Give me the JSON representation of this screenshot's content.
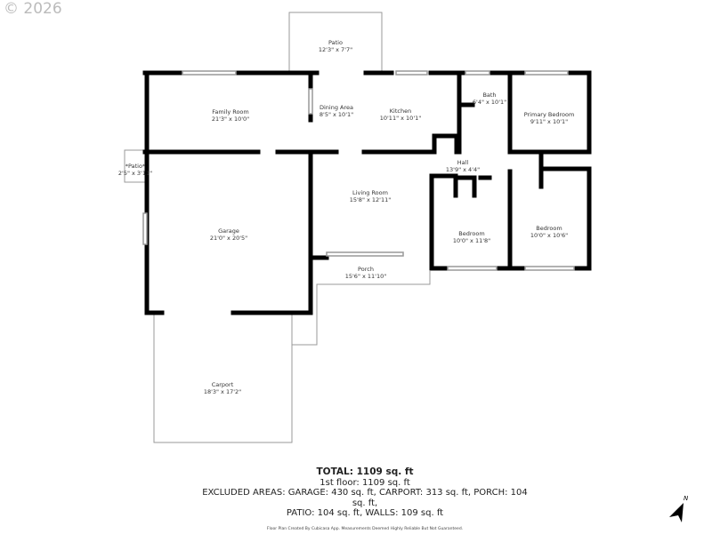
{
  "copyright": "© 2026",
  "rooms": [
    {
      "name": "Patio",
      "dims": "12'3\" x 7'7\""
    },
    {
      "name": "Family Room",
      "dims": "21'3\" x 10'0\""
    },
    {
      "name": "Dining Area",
      "dims": "8'5\" x 10'1\""
    },
    {
      "name": "Kitchen",
      "dims": "10'11\" x 10'1\""
    },
    {
      "name": "Bath",
      "dims": "6'4\" x 10'1\""
    },
    {
      "name": "Primary Bedroom",
      "dims": "9'11\" x 10'1\""
    },
    {
      "name": "*Patio*",
      "dims": "2'5\" x 3'11\""
    },
    {
      "name": "Hall",
      "dims": "13'9\" x 4'4\""
    },
    {
      "name": "Living Room",
      "dims": "15'8\" x 12'11\""
    },
    {
      "name": "Garage",
      "dims": "21'0\" x 20'5\""
    },
    {
      "name": "Bedroom",
      "dims": "10'0\" x 11'8\""
    },
    {
      "name": "Bedroom",
      "dims": "10'0\" x 10'6\""
    },
    {
      "name": "Porch",
      "dims": "15'6\" x 11'10\""
    },
    {
      "name": "Carport",
      "dims": "18'3\" x 17'2\""
    }
  ],
  "summary": {
    "total": "TOTAL: 1109 sq. ft",
    "floor": "1st floor: 1109 sq. ft",
    "excluded_1": "EXCLUDED AREAS: GARAGE: 430 sq. ft, CARPORT: 313 sq. ft, PORCH: 104 sq. ft,",
    "excluded_2": "PATIO: 104 sq. ft, WALLS: 109 sq. ft",
    "credit": "Floor Plan Created By Cubicasa App. Measurements Deemed Highly Reliable But Not Guaranteed."
  },
  "compass": {
    "label": "N"
  }
}
